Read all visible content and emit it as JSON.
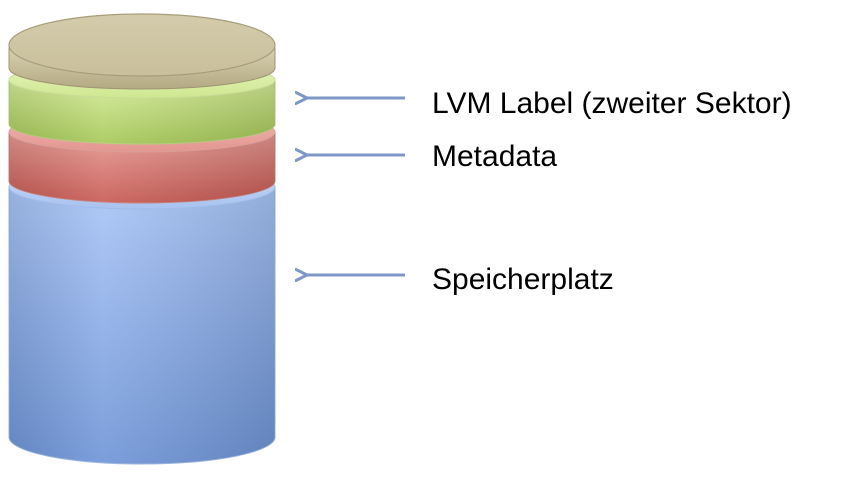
{
  "diagram": {
    "layers": [
      {
        "id": "top-cap",
        "role": "cylinder-top",
        "color": "#cfc6a4"
      },
      {
        "id": "lvm-label",
        "role": "layer",
        "color": "#b9d96a"
      },
      {
        "id": "metadata",
        "role": "layer",
        "color": "#d96f66"
      },
      {
        "id": "storage",
        "role": "layer",
        "color": "#8fb3ee"
      }
    ],
    "labels": {
      "lvm_label": "LVM Label (zweiter Sektor)",
      "metadata": "Metadata",
      "storage": "Speicherplatz"
    },
    "arrow_color": "#7d98c6"
  }
}
